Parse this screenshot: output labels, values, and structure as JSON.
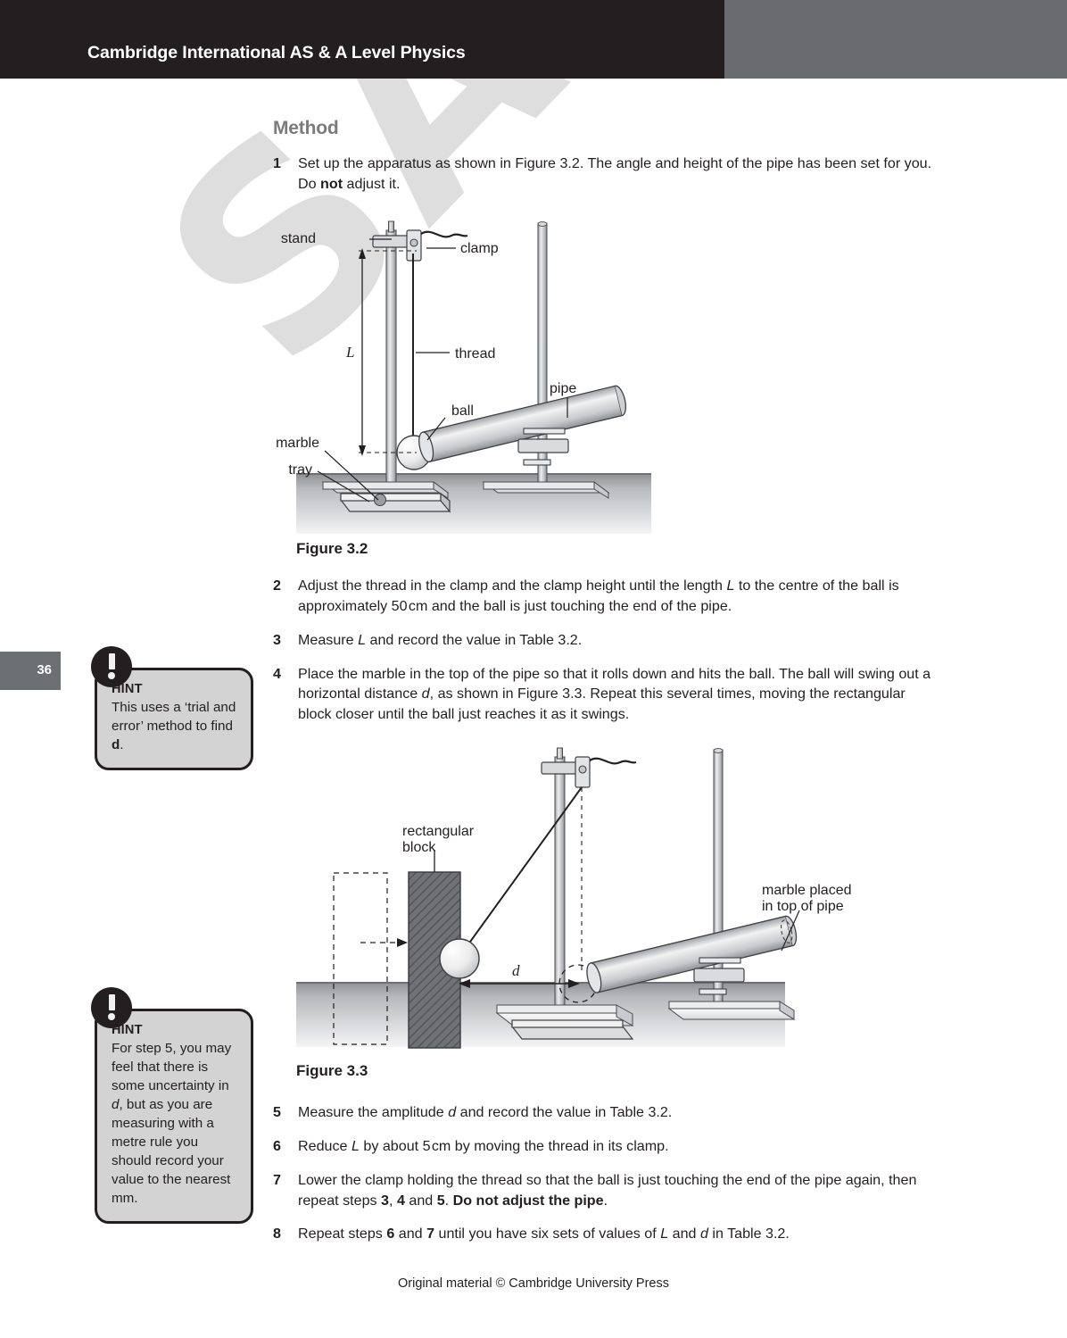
{
  "header": {
    "book_title": "Cambridge International AS & A Level Physics",
    "dark_bar_color": "#231f20",
    "gray_block_color": "#696b70"
  },
  "page_tab": {
    "page_number": "36",
    "color": "#6d7073"
  },
  "watermark": {
    "text": "SAMPLE",
    "color": "#dedede"
  },
  "main": {
    "section_heading": "Method",
    "steps_part1": [
      {
        "number": "1",
        "html": "Set up the apparatus as shown in Figure 3.2. The angle and height of the pipe has been set for you. Do <b>not</b> adjust it."
      },
      {
        "number": "2",
        "html": "Adjust the thread in the clamp and the clamp height until the length <i>L</i> to the centre of the ball is approximately 50&#8202;cm and the ball is just touching the end of the pipe."
      },
      {
        "number": "3",
        "html": "Measure <i>L</i> and record the value in Table 3.2."
      },
      {
        "number": "4",
        "html": "Place the marble in the top of the pipe so that it rolls down and hits the ball. The ball will swing out a horizontal distance <i>d</i>, as shown in Figure 3.3. Repeat this several times, moving the rectangular block closer until the ball just reaches it as it swings."
      }
    ],
    "steps_part2": [
      {
        "number": "5",
        "html": "Measure the amplitude <i>d</i> and record the value in Table 3.2."
      },
      {
        "number": "6",
        "html": "Reduce <i>L</i> by about 5&#8202;cm by moving the thread in its clamp."
      },
      {
        "number": "7",
        "html": "Lower the clamp holding the thread so that the ball is just touching the end of the pipe again, then repeat steps <b>3</b>, <b>4</b> and <b>5</b>. <b>Do not adjust the pipe</b>."
      },
      {
        "number": "8",
        "html": "Repeat steps <b>6</b> and <b>7</b> until you have six sets of values of <i>L</i> and <i>d</i> in Table 3.2."
      }
    ]
  },
  "figure_3_2": {
    "caption": "Figure 3.2",
    "labels": {
      "stand": "stand",
      "clamp": "clamp",
      "thread": "thread",
      "ball": "ball",
      "pipe": "pipe",
      "marble": "marble",
      "tray": "tray",
      "dimension": "L"
    }
  },
  "figure_3_3": {
    "caption": "Figure 3.3",
    "labels": {
      "rectangular_block_line1": "rectangular",
      "rectangular_block_line2": "block",
      "marble_line1": "marble placed",
      "marble_line2": "in top of pipe",
      "dimension": "d"
    }
  },
  "hints": [
    {
      "title": "HINT",
      "html": "This uses a &#8216;trial and error&#8217; method to find <b>d</b>."
    },
    {
      "title": "HINT",
      "html": "For step 5, you may feel that there is some uncertainty in <i>d</i>, but as you are measuring with a metre rule you should record your value to the nearest mm."
    }
  ],
  "footer": {
    "copyright": "Original material © Cambridge University Press"
  }
}
